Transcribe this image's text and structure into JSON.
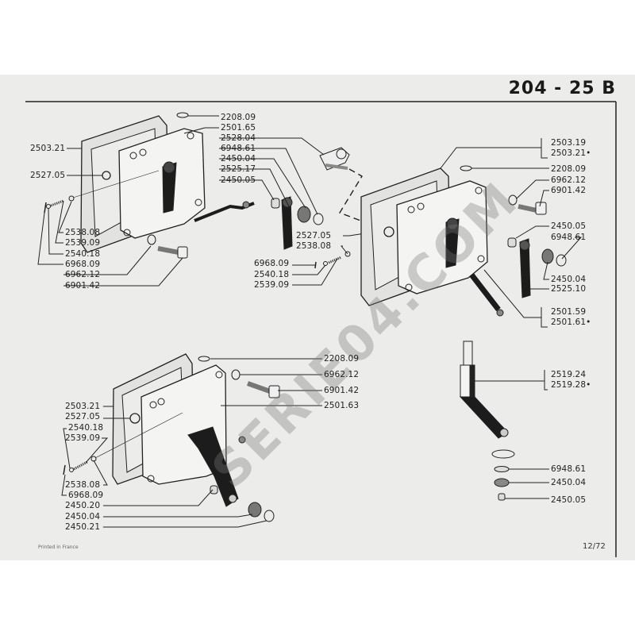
{
  "header": {
    "title": "204 - 25 B"
  },
  "footer": {
    "printed": "Printed in France",
    "page": "12/72"
  },
  "watermark": "SERIE04.COM",
  "group_top_left": {
    "labels": [
      "2208.09",
      "2501.65",
      "2528.04",
      "6948.61",
      "2450.04",
      "2525.17",
      "2450.05",
      "2503.21",
      "2527.05",
      "2538.08",
      "2539.09",
      "2540.18",
      "6968.09",
      "6962.12",
      "6901.42"
    ]
  },
  "group_middle": {
    "labels": [
      "2527.05",
      "2538.08",
      "6968.09",
      "2540.18",
      "2539.09"
    ]
  },
  "group_top_right": {
    "labels": [
      "2503.19",
      "2503.21•",
      "2208.09",
      "6962.12",
      "6901.42",
      "2450.05",
      "6948.61",
      "2450.04",
      "2525.10",
      "2501.59",
      "2501.61•"
    ]
  },
  "group_bottom_left": {
    "labels": [
      "2208.09",
      "6962.12",
      "6901.42",
      "2501.63",
      "2503.21",
      "2527.05",
      "2540.18",
      "2539.09",
      "2538.08",
      "6968.09",
      "2450.20",
      "2450.04",
      "2450.21"
    ]
  },
  "group_bottom_right": {
    "labels": [
      "2519.24",
      "2519.28•",
      "6948.61",
      "2450.04",
      "2450.05"
    ]
  }
}
